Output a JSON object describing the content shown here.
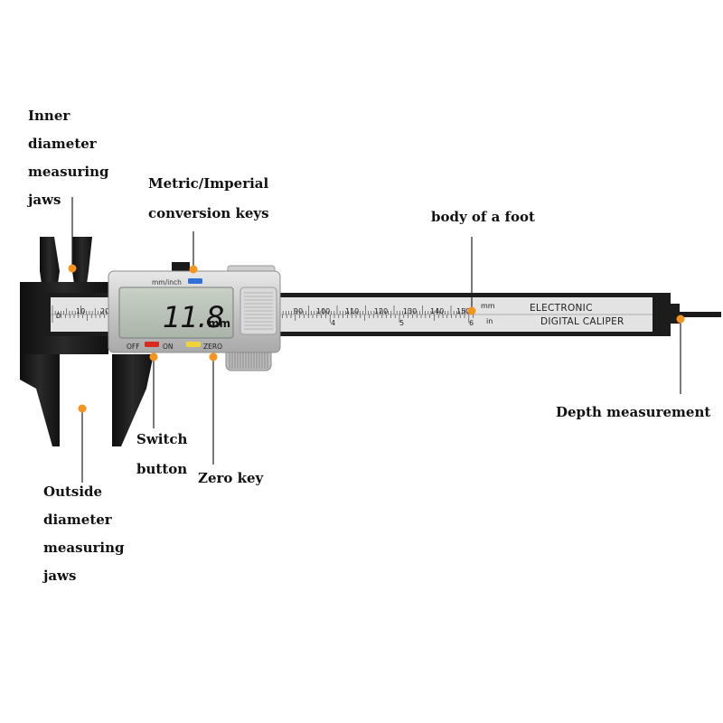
{
  "callouts": {
    "inner_jaws": [
      "Inner",
      "diameter",
      "measuring",
      "jaws"
    ],
    "conversion_keys": [
      "Metric/Imperial",
      "conversion keys"
    ],
    "body_of_foot": "body of a foot",
    "depth": "Depth measurement",
    "switch_button": [
      "Switch",
      "button"
    ],
    "zero_key": "Zero key",
    "outside_jaws": [
      "Outside",
      "diameter",
      "measuring",
      "jaws"
    ]
  },
  "device": {
    "display_value": "11.8",
    "display_unit": "mm",
    "unit_key_label": "mm/inch",
    "off_label": "OFF",
    "on_label": "ON",
    "zero_label": "ZERO",
    "brand_line1": "ELECTRONIC",
    "brand_line2": "DIGITAL CALIPER",
    "mm_label": "mm",
    "in_label": "in",
    "mm_scale": [
      "0",
      "10",
      "20",
      "90",
      "100",
      "110",
      "120",
      "130",
      "140",
      "150"
    ],
    "inch_digits": [
      "4",
      "5",
      "6"
    ]
  },
  "colors": {
    "callout_dot": "#f7941d",
    "body_black": "#1c1c1c",
    "slider_silver": "#c9c9c9",
    "lcd": "#b9c2b8",
    "unit_key_blue": "#2f6fd6",
    "on_key_red": "#d82a1f",
    "zero_key_yellow": "#f2d23a"
  }
}
